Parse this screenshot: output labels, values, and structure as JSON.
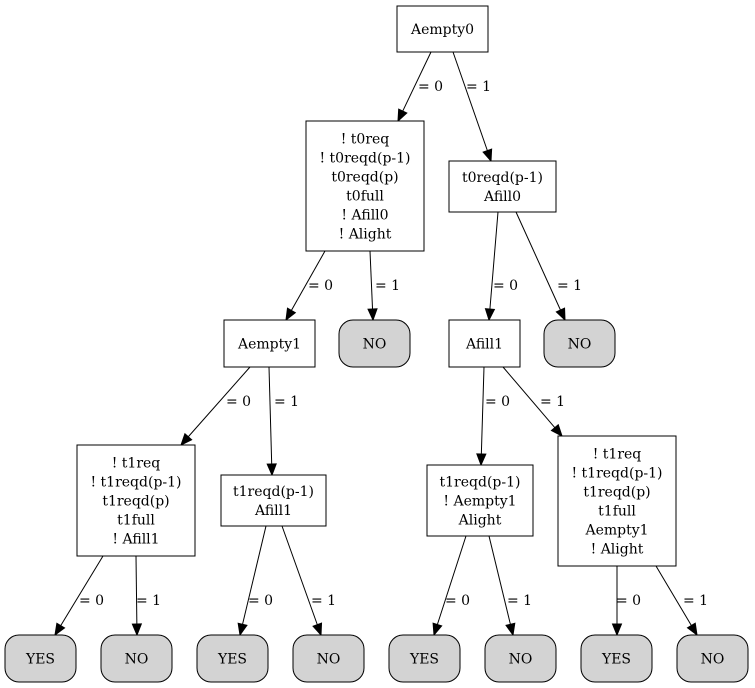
{
  "nodes": {
    "n_aempty0": [
      "Aempty0"
    ],
    "n_t0": [
      "! t0req",
      "! t0reqd(p-1)",
      "t0reqd(p)",
      "t0full",
      "! Afill0",
      "! Alight"
    ],
    "n_t0reqd": [
      "t0reqd(p-1)",
      "Afill0"
    ],
    "n_aempty1": [
      "Aempty1"
    ],
    "n_no_a": [
      "NO"
    ],
    "n_afill1": [
      "Afill1"
    ],
    "n_no_b": [
      "NO"
    ],
    "n_t1": [
      "! t1req",
      "! t1reqd(p-1)",
      "t1reqd(p)",
      "t1full",
      "! Afill1"
    ],
    "n_t1reqd_a": [
      "t1reqd(p-1)",
      "Afill1"
    ],
    "n_t1reqd_b": [
      "t1reqd(p-1)",
      "! Aempty1",
      "Alight"
    ],
    "n_t1_b": [
      "! t1req",
      "! t1reqd(p-1)",
      "t1reqd(p)",
      "t1full",
      "Aempty1",
      "! Alight"
    ],
    "n_yes_1": [
      "YES"
    ],
    "n_no_1": [
      "NO"
    ],
    "n_yes_2": [
      "YES"
    ],
    "n_no_2": [
      "NO"
    ],
    "n_yes_3": [
      "YES"
    ],
    "n_no_3": [
      "NO"
    ],
    "n_yes_4": [
      "YES"
    ],
    "n_no_4": [
      "NO"
    ]
  },
  "edges": [
    {
      "id": "e1",
      "label": "= 0"
    },
    {
      "id": "e2",
      "label": "= 1"
    },
    {
      "id": "e3",
      "label": "= 0"
    },
    {
      "id": "e4",
      "label": "= 1"
    },
    {
      "id": "e5",
      "label": "= 0"
    },
    {
      "id": "e6",
      "label": "= 1"
    },
    {
      "id": "e7",
      "label": "= 0"
    },
    {
      "id": "e8",
      "label": "= 1"
    },
    {
      "id": "e9",
      "label": "= 0"
    },
    {
      "id": "e10",
      "label": "= 1"
    },
    {
      "id": "e11",
      "label": "= 0"
    },
    {
      "id": "e12",
      "label": "= 1"
    },
    {
      "id": "e13",
      "label": "= 0"
    },
    {
      "id": "e14",
      "label": "= 1"
    },
    {
      "id": "e15",
      "label": "= 0"
    },
    {
      "id": "e16",
      "label": "= 1"
    },
    {
      "id": "e17",
      "label": "= 0"
    },
    {
      "id": "e18",
      "label": "= 1"
    }
  ]
}
